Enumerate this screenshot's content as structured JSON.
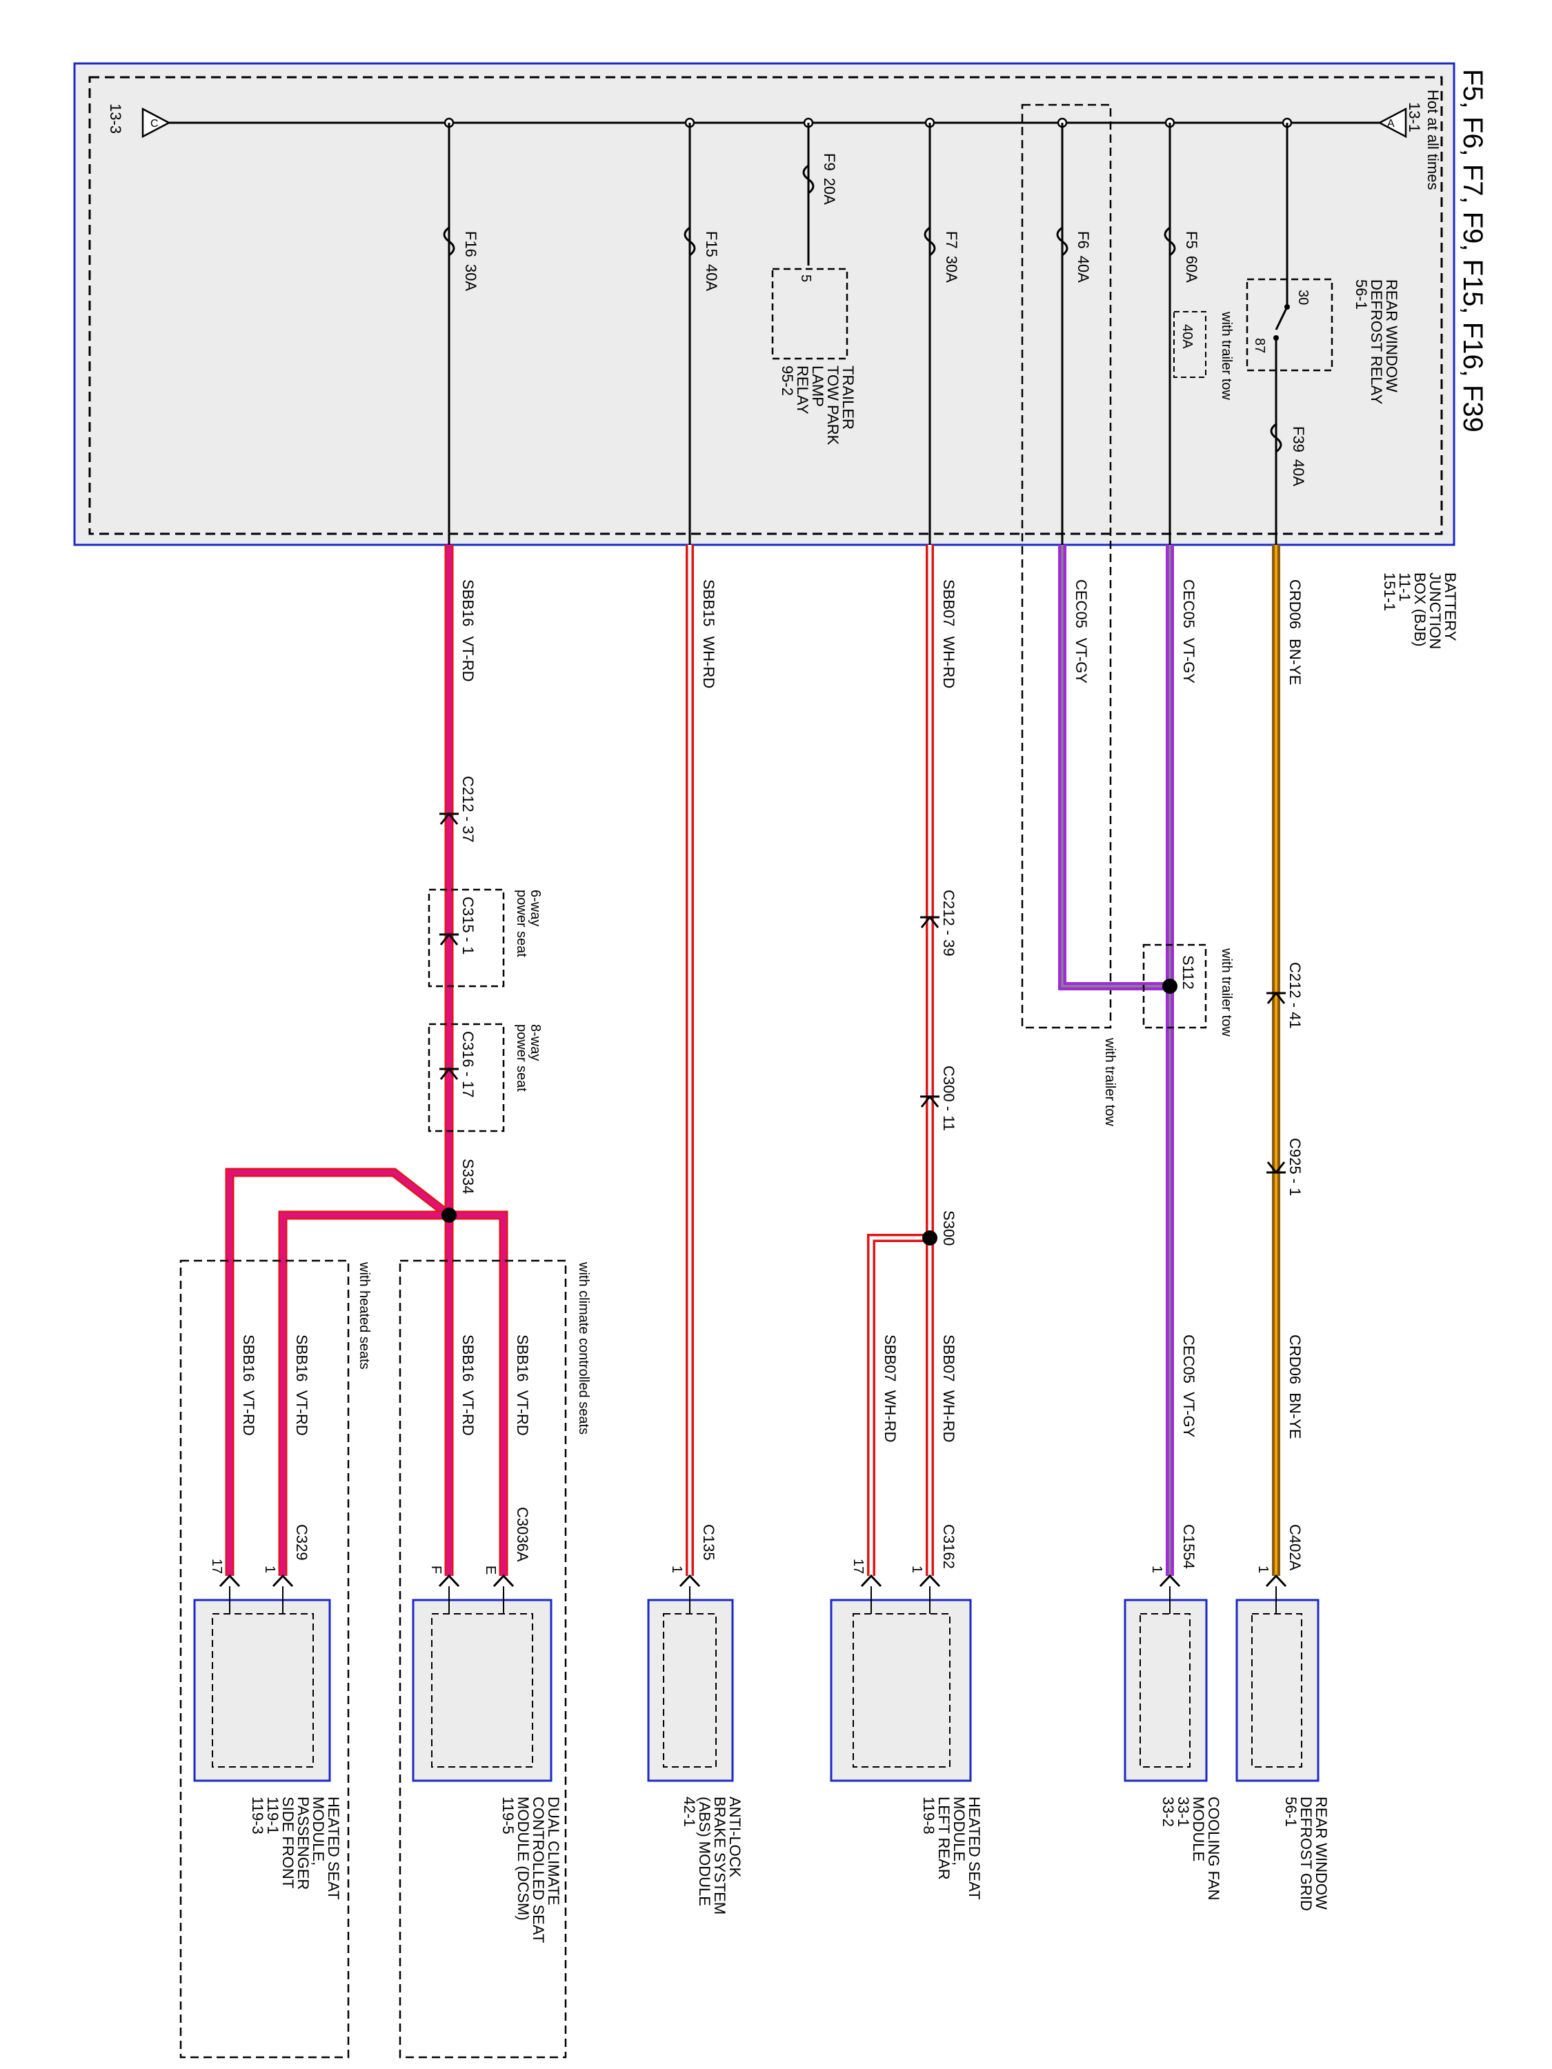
{
  "page": {
    "title": "F5, F6, F7, F9, F15, F16, F39"
  },
  "colors": {
    "vt_rd": "#e0127a",
    "vt_gy": "#a12bd6",
    "bn_ye": "#8b5a0f",
    "ye_stripe": "#f2a400",
    "wh_rd_stripe": "#e01515",
    "box_border": "#1a2ac8",
    "box_fill": "#ececec"
  },
  "bjb": {
    "hot_label": "Hot at all times",
    "ref_a": "13-1",
    "ref_c": "13-3",
    "name_lines": [
      "BATTERY",
      "JUNCTION",
      "BOX (BJB)",
      "11-1",
      "151-1"
    ],
    "relay_lines": [
      "REAR WINDOW",
      "DEFROST RELAY",
      "56-1"
    ],
    "relay_pin_30": "30",
    "relay_pin_87": "87",
    "trailer_relay_lines": [
      "TRAILER",
      "TOW PARK",
      "LAMP",
      "RELAY",
      "95-2"
    ],
    "trailer_relay_pin": "5",
    "with_trailer_tow": "with trailer tow",
    "alt_fuse": "40A"
  },
  "fuses": [
    {
      "name": "F39",
      "rating": "40A"
    },
    {
      "name": "F5",
      "rating": "60A"
    },
    {
      "name": "F6",
      "rating": "40A"
    },
    {
      "name": "F7",
      "rating": "30A"
    },
    {
      "name": "F9",
      "rating": "20A"
    },
    {
      "name": "F15",
      "rating": "40A"
    },
    {
      "name": "F16",
      "rating": "30A"
    }
  ],
  "wires": [
    {
      "circuit": "CRD06",
      "color": "BN-YE"
    },
    {
      "circuit": "CEC05",
      "color": "VT-GY"
    },
    {
      "circuit": "CEC05",
      "color": "VT-GY"
    },
    {
      "circuit": "SBB07",
      "color": "WH-RD"
    },
    {
      "circuit": "SBB15",
      "color": "WH-RD"
    },
    {
      "circuit": "SBB16",
      "color": "VT-RD"
    }
  ],
  "connectors": {
    "c212_41": "C212 - 41",
    "c925_1": "C925 - 1",
    "c212_39": "C212 - 39",
    "c300_11": "C300 - 11",
    "c212_37": "C212 - 37",
    "c315_1": "C315 - 1",
    "c316_17": "C316 - 17",
    "c402a": "C402A",
    "c1554": "C1554",
    "c3162": "C3162",
    "c135": "C135",
    "c3036a": "C3036A",
    "c329": "C329"
  },
  "options": {
    "power_6way": [
      "6-way",
      "power seat"
    ],
    "power_8way": [
      "8-way",
      "power seat"
    ],
    "with_trailer_tow": "with trailer tow",
    "climate_seats": "with climate controlled seats",
    "heated_seats": "with heated seats"
  },
  "splices": {
    "s112": "S112",
    "s300": "S300",
    "s334": "S334"
  },
  "bottom_wires": {
    "crd06": "CRD06  BN-YE",
    "cec05": "CEC05  VT-GY",
    "sbb07a": "SBB07  WH-RD",
    "sbb07b": "SBB07  WH-RD",
    "sbb16a": "SBB16  VT-RD",
    "sbb16b": "SBB16  VT-RD",
    "sbb16c": "SBB16  VT-RD",
    "sbb16d": "SBB16  VT-RD"
  },
  "pins": {
    "p1": "1",
    "p17": "17",
    "pE": "E",
    "pF": "F"
  },
  "modules": [
    {
      "lines": [
        "REAR WINDOW",
        "DEFROST GRID",
        "56-1"
      ]
    },
    {
      "lines": [
        "COOLING FAN",
        "MODULE",
        "33-1",
        "33-2"
      ]
    },
    {
      "lines": [
        "HEATED SEAT",
        "MODULE,",
        "LEFT REAR",
        "119-8"
      ]
    },
    {
      "lines": [
        "ANTI-LOCK",
        "BRAKE SYSTEM",
        "(ABS) MODULE",
        "42-1"
      ]
    },
    {
      "lines": [
        "DUAL CLIMATE",
        "CONTROLLED SEAT",
        "MODULE (DCSM)",
        "119-5"
      ]
    },
    {
      "lines": [
        "HEATED SEAT",
        "MODULE,",
        "PASSENGER",
        "SIDE FRONT",
        "119-1",
        "119-3"
      ]
    }
  ]
}
